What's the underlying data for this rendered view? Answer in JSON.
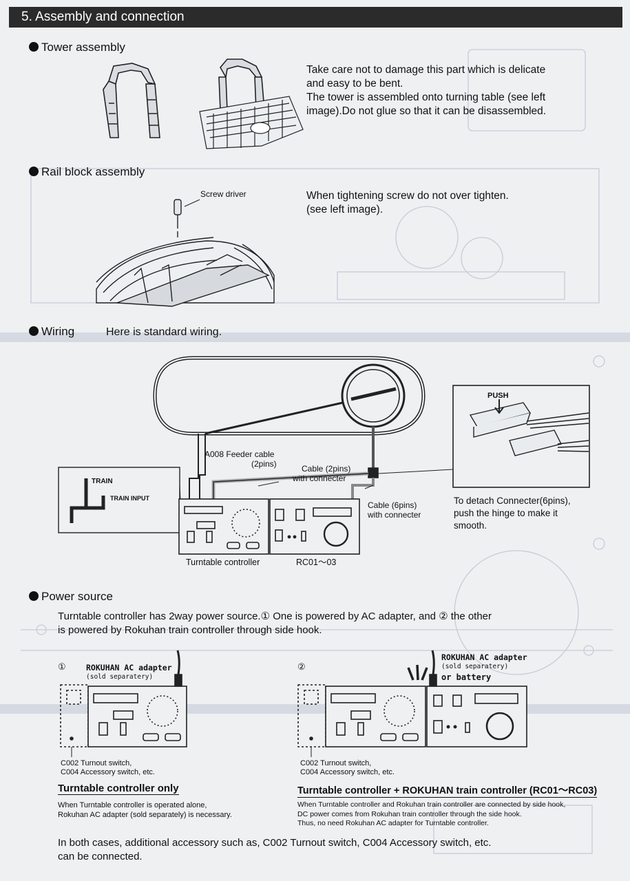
{
  "header": {
    "title": "5. Assembly and connection"
  },
  "tower": {
    "heading": "Tower assembly",
    "text": [
      "Take care not to damage this part which is delicate",
      "and easy to be bent.",
      "The tower is assembled onto turning table (see left",
      "image).Do not glue so that it can be disassembled."
    ]
  },
  "rail": {
    "heading": "Rail block assembly",
    "screw_label": "Screw driver",
    "text": [
      "When tightening screw do not over tighten.",
      "(see left image)."
    ]
  },
  "wiring": {
    "heading": "Wiring",
    "subtitle": "Here is standard wiring.",
    "push_label": "PUSH",
    "feeder_label": [
      "A008 Feeder cable",
      "(2pins)"
    ],
    "cable2_label": [
      "Cable (2pins)",
      "with connecter"
    ],
    "cable6_label": [
      "Cable (6pins)",
      "with connecter"
    ],
    "train_label": "TRAIN",
    "train_input_label": "TRAIN INPUT",
    "controller_label": "Turntable controller",
    "rc_label": "RC01～03",
    "detach_text": [
      "To detach Connecter(6pins),",
      "push the hinge to make it",
      "smooth."
    ]
  },
  "power": {
    "heading": "Power source",
    "intro": [
      "Turntable controller has 2way power source.① One is powered by AC adapter, and ② the other",
      "is powered by Rokuhan train controller through side hook."
    ],
    "left": {
      "num": "①",
      "adapter": "ROKUHAN AC adapter",
      "adapter_sub": "(sold separatery)",
      "acc": [
        "C002 Turnout switch,",
        "C004 Accessory switch, etc."
      ],
      "caption": "Turntable controller only",
      "note": [
        "When Turntable controller is operated alone,",
        "Rokuhan AC adapter (sold separately) is necessary."
      ]
    },
    "right": {
      "num": "②",
      "adapter": "ROKUHAN AC adapter",
      "adapter_sub": "(sold separatery)",
      "adapter_or": "or battery",
      "acc": [
        "C002 Turnout switch,",
        "C004 Accessory switch, etc."
      ],
      "caption": "Turntable controller + ROKUHAN train controller (RC01～RC03)",
      "note": [
        "When Turntable controller and Rokuhan train controller are connected by side hook,",
        "DC power comes from Rokuhan train controller through the side hook.",
        "Thus, no need Rokuhan AC adapter for Turntable controller."
      ]
    },
    "footer": [
      "In both cases, additional accessory such as, C002 Turnout switch, C004 Accessory switch, etc.",
      "can be connected."
    ]
  }
}
